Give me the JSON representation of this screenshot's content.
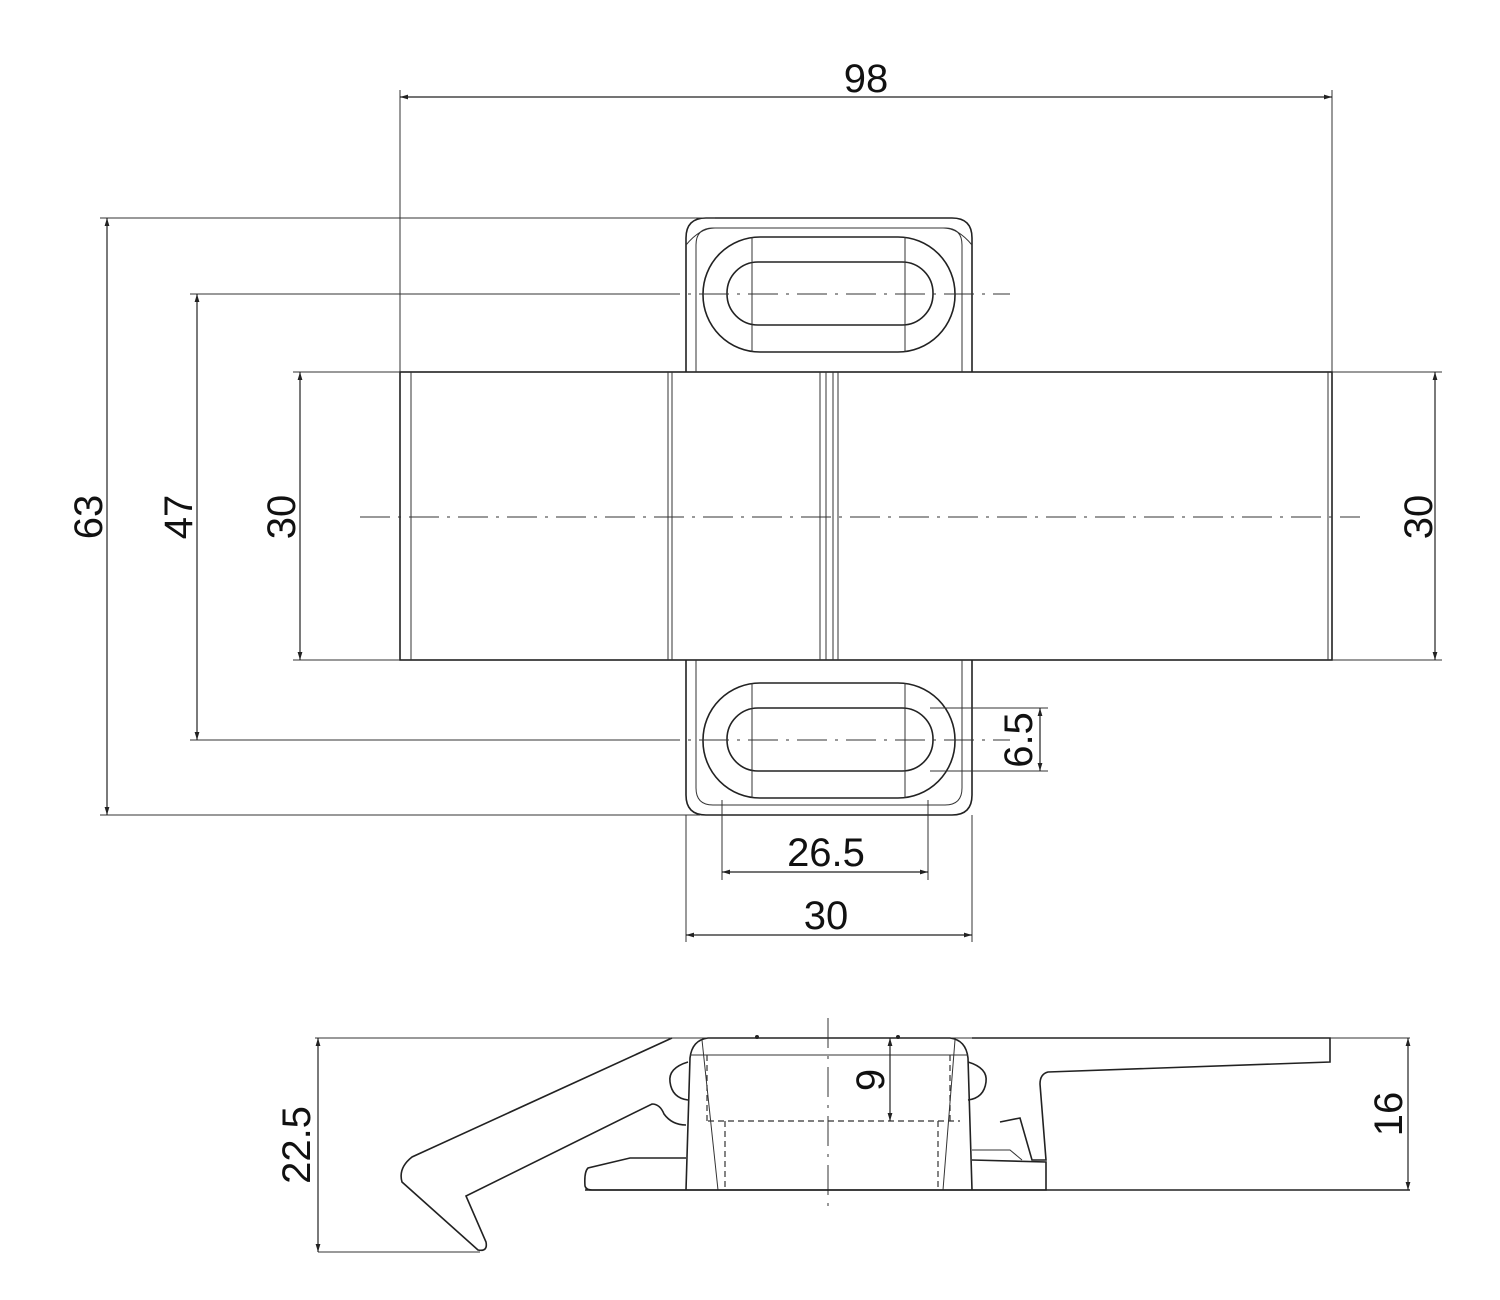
{
  "dimensions": {
    "overall_length": "98",
    "overall_width": "63",
    "slot_spacing": "47",
    "body_width_left": "30",
    "body_width_right": "30",
    "slot_width": "6.5",
    "slot_length": "26.5",
    "base_width": "30",
    "hook_height": "22.5",
    "bore_depth": "9",
    "body_height": "16"
  }
}
